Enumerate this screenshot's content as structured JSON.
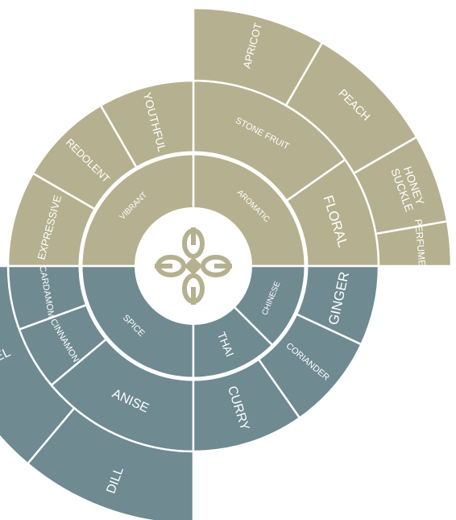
{
  "colors": {
    "tan": "#b5b08f",
    "slate": "#6f8a91",
    "center": "#ffffff",
    "ornament": "#b5b08f"
  },
  "center_icon": "ornament-medallion-icon",
  "inner": [
    {
      "label": "AROMATIC",
      "color": "tan"
    },
    {
      "label": "VIBRANT",
      "color": "tan"
    },
    {
      "label": "SPICE",
      "color": "slate"
    },
    {
      "label": "CHINESE",
      "color": "slate"
    },
    {
      "label": "THAI",
      "color": "slate"
    }
  ],
  "middle": [
    {
      "label": "STONE FRUIT",
      "color": "tan"
    },
    {
      "label": "FLORAL",
      "color": "tan"
    },
    {
      "label": "YOUTHFUL",
      "color": "tan"
    },
    {
      "label": "REDOLENT",
      "color": "tan"
    },
    {
      "label": "EXPRESSIVE",
      "color": "tan"
    },
    {
      "label": "CARDAMOM",
      "color": "slate"
    },
    {
      "label": "CINNAMON",
      "color": "slate"
    },
    {
      "label": "ANISE",
      "color": "slate"
    },
    {
      "label": "GINGER",
      "color": "slate"
    },
    {
      "label": "CORIANDER",
      "color": "slate"
    },
    {
      "label": "CURRY",
      "color": "slate"
    }
  ],
  "outer": [
    {
      "label": "APRICOT",
      "color": "tan"
    },
    {
      "label": "PEACH",
      "color": "tan"
    },
    {
      "label": "HONEY SUCKLE",
      "color": "tan"
    },
    {
      "label": "PERFUMED",
      "color": "tan"
    },
    {
      "label": "DILL",
      "color": "slate"
    },
    {
      "label": "FENNEL",
      "color": "slate"
    }
  ]
}
